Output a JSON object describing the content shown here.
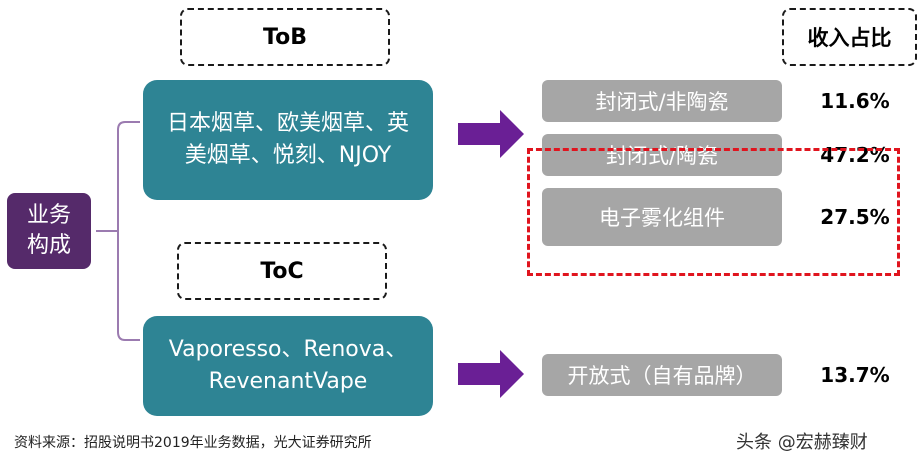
{
  "header": {
    "revenue_share_label": "收入占比"
  },
  "left": {
    "business_composition": "业务\n构成"
  },
  "tob": {
    "label": "ToB",
    "customers": "日本烟草、欧美烟草、英美烟草、悦刻、NJOY",
    "products": [
      {
        "name": "封闭式/非陶瓷",
        "share": "11.6%"
      },
      {
        "name": "封闭式/陶瓷",
        "share": "47.2%"
      },
      {
        "name": "电子雾化组件",
        "share": "27.5%"
      }
    ]
  },
  "toc": {
    "label": "ToC",
    "brands": "Vaporesso、Renova、RevenantVape",
    "products": [
      {
        "name": "开放式（自有品牌）",
        "share": "13.7%"
      }
    ]
  },
  "footer": {
    "source": "资料来源：招股说明书2019年业务数据，光大证券研究所",
    "watermark": "头条 @宏赫臻财"
  },
  "colors": {
    "teal": "#2e8494",
    "purple": "#552a6a",
    "arrow": "#6a1f95",
    "gray": "#a6a6a6",
    "highlight": "#e0141e"
  }
}
